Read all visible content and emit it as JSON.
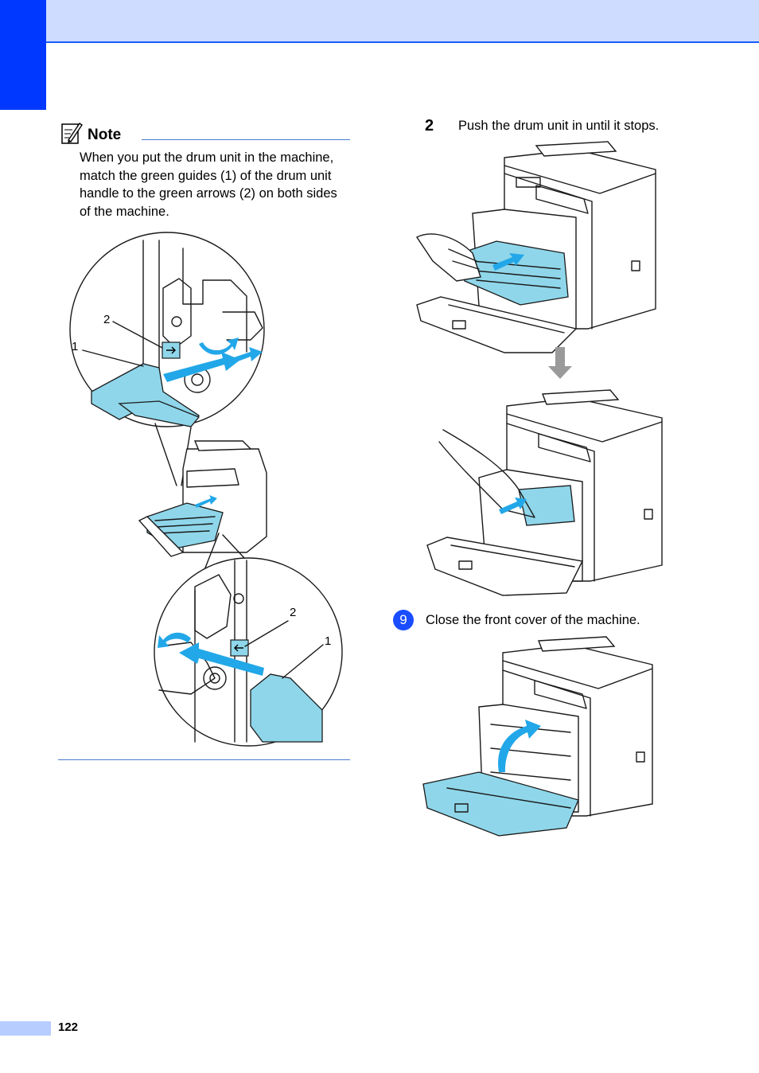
{
  "note": {
    "title": "Note",
    "body": "When you put the drum unit in the machine, match the green guides (1) of the drum unit handle to the green arrows (2) on both sides of the machine."
  },
  "callouts": {
    "one": "1",
    "two": "2"
  },
  "step2": {
    "number": "2",
    "text": "Push the drum unit in until it stops."
  },
  "step9": {
    "number": "9",
    "text": "Close the front cover of the machine."
  },
  "page_number": "122",
  "colors": {
    "accent": "#0038ff",
    "header": "#cddcff",
    "illustration_blue": "#8fd6ea",
    "arrow": "#22a7e8"
  }
}
